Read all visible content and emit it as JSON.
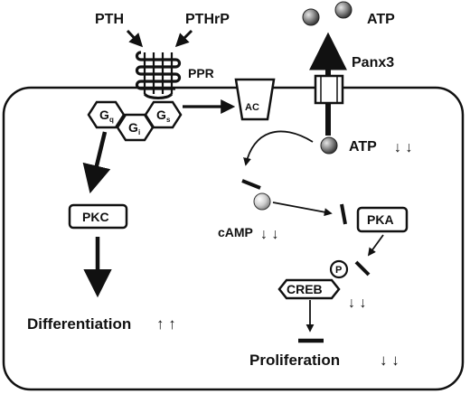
{
  "labels": {
    "pth": "PTH",
    "pthrp": "PTHrP",
    "ppr": "PPR",
    "atp_top": "ATP",
    "panx3": "Panx3",
    "gq": "G",
    "gq_sub": "q",
    "gi": "G",
    "gi_sub": "i",
    "gs": "G",
    "gs_sub": "s",
    "ac": "AC",
    "atp_inside": "ATP",
    "atp_inside_arrows": "↓ ↓",
    "pkc": "PKC",
    "pka": "PKA",
    "camp": "cAMP",
    "camp_arrows": "↓ ↓",
    "creb": "CREB",
    "p": "P",
    "creb_arrows": "↓ ↓",
    "differentiation": "Differentiation",
    "differentiation_arrows": "↑ ↑",
    "proliferation": "Proliferation",
    "proliferation_arrows": "↓ ↓"
  },
  "colors": {
    "ink": "#111111",
    "cell_fill": "#ffffff",
    "atp_sphere": "#8a8a8a",
    "camp_sphere": "#c8c8c8"
  }
}
